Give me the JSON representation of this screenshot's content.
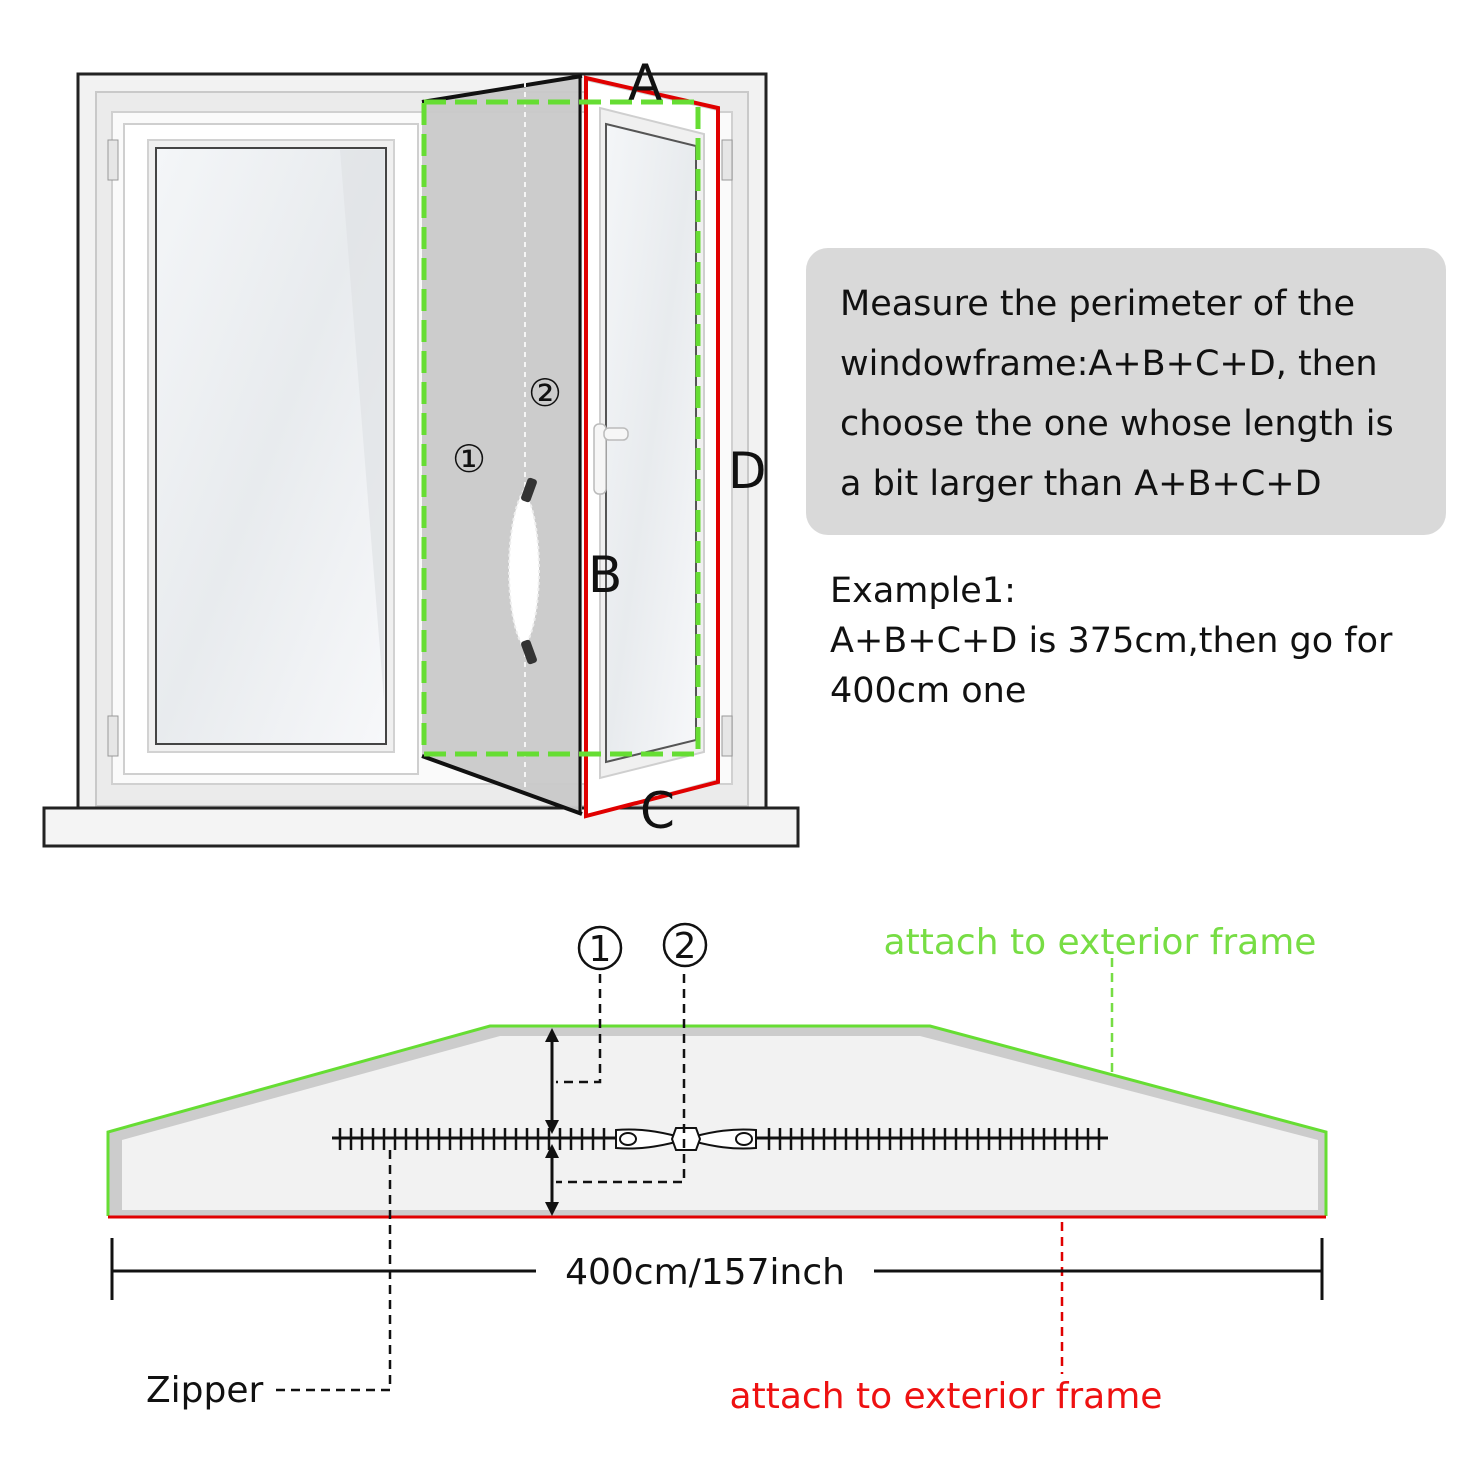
{
  "window_labels": {
    "a": "A",
    "b": "B",
    "c": "C",
    "d": "D",
    "marker_1": "①",
    "marker_2": "②"
  },
  "instructions": {
    "text": "Measure the perimeter of the windowframe:A+B+C+D, then choose the one whose length is a bit larger than A+B+C+D"
  },
  "example": {
    "title": "Example1:",
    "text": "A+B+C+D is 375cm,then go for 400cm one"
  },
  "panel": {
    "marker_1": "①",
    "marker_2": "②",
    "top_edge_label": "attach to exterior frame",
    "bottom_edge_label": "attach to exterior frame",
    "length_label": "400cm/157inch",
    "zipper_label": "Zipper"
  },
  "colors": {
    "green_edge": "#66dd33",
    "green_text": "#77dd44",
    "red_edge": "#e00000",
    "red_text": "#ee1111",
    "box_bg": "#d9d9d9"
  }
}
